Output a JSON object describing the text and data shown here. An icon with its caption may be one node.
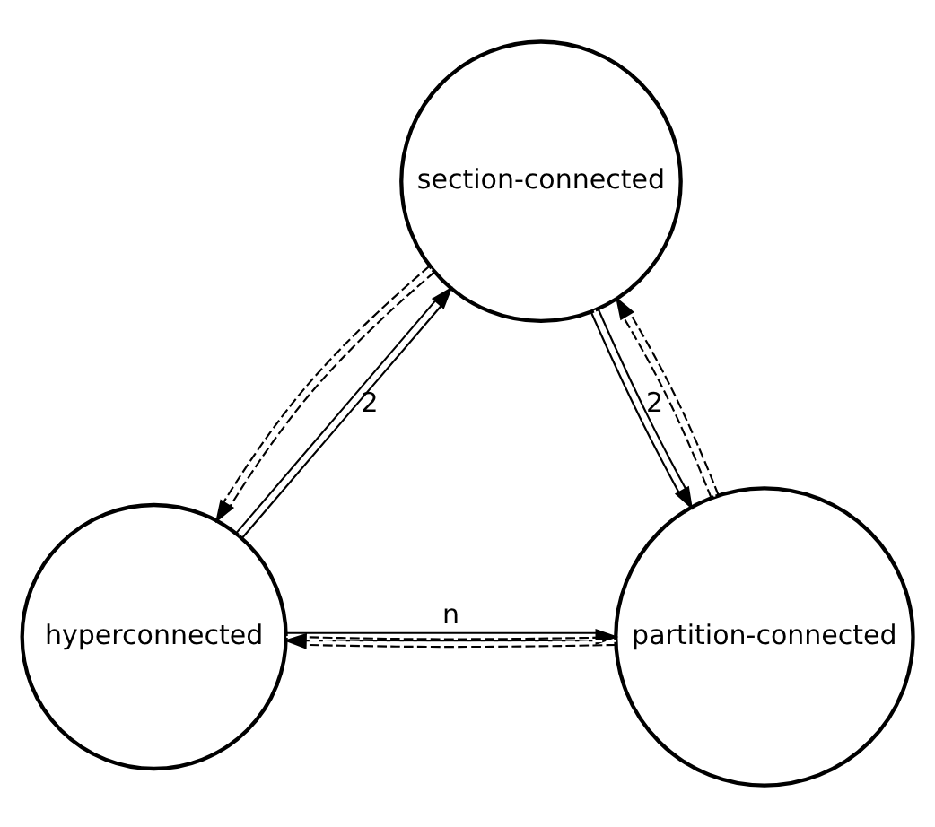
{
  "diagram": {
    "nodes": [
      {
        "text": [
          "section-connected"
        ]
      },
      {
        "text": [
          "hyperconnected"
        ]
      },
      {
        "text": [
          "partition-connected"
        ]
      }
    ],
    "edges": [
      {
        "from": 1,
        "to": 0,
        "arrow": "to",
        "label": "2"
      },
      {
        "from": 0,
        "to": 1,
        "arrow": "to",
        "style": "dashed"
      },
      {
        "from": 2,
        "to": 0,
        "arrow": "to",
        "style": "dashed"
      },
      {
        "from": 0,
        "to": 2,
        "arrow": "to",
        "label": "2"
      },
      {
        "from": 1,
        "to": 2,
        "arrow": "to",
        "label": "n"
      },
      {
        "from": 2,
        "to": 1,
        "arrow": "to",
        "style": "dashed"
      }
    ]
  }
}
